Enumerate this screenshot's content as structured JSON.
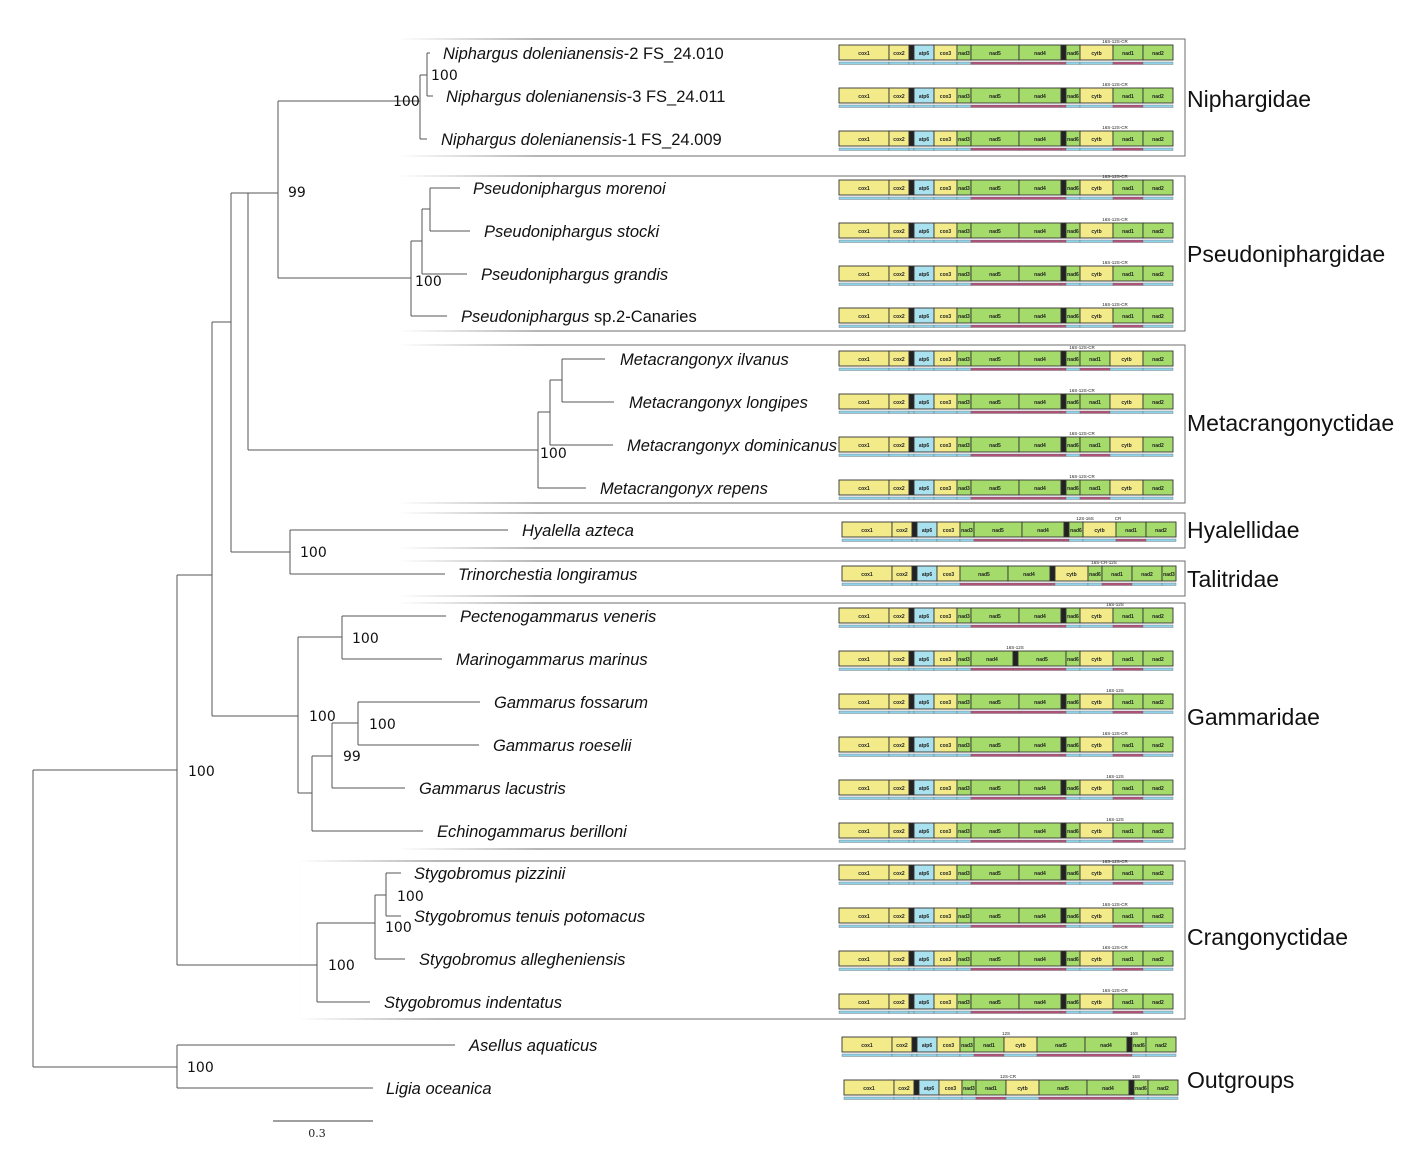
{
  "colors": {
    "cox_atp_cytb": "#f3eb8a",
    "nad": "#a4db6a",
    "atp6": "#a9e1ee",
    "trna": "#222222",
    "strand_plus": "#8fd3ea",
    "strand_minus": "#b0527a"
  },
  "scale_bar": {
    "label": "0.3",
    "value": 0.3
  },
  "families": [
    {
      "name": "Niphargidae"
    },
    {
      "name": "Pseudoniphargidae"
    },
    {
      "name": "Metacrangonyctidae"
    },
    {
      "name": "Hyalellidae"
    },
    {
      "name": "Talitridae"
    },
    {
      "name": "Gammaridae"
    },
    {
      "name": "Crangonyctidae"
    },
    {
      "name": "Outgroups"
    }
  ],
  "taxa": [
    {
      "id": "t1",
      "genus_species": "Niphargus dolenianensis",
      "suffix": "-2 FS_24.010",
      "family": "Niphargidae"
    },
    {
      "id": "t2",
      "genus_species": "Niphargus dolenianensis",
      "suffix": "-3 FS_24.011",
      "family": "Niphargidae"
    },
    {
      "id": "t3",
      "genus_species": "Niphargus dolenianensis",
      "suffix": "-1 FS_24.009",
      "family": "Niphargidae"
    },
    {
      "id": "t4",
      "genus_species": "Pseudoniphargus morenoi",
      "suffix": "",
      "family": "Pseudoniphargidae"
    },
    {
      "id": "t5",
      "genus_species": "Pseudoniphargus stocki",
      "suffix": "",
      "family": "Pseudoniphargidae"
    },
    {
      "id": "t6",
      "genus_species": "Pseudoniphargus grandis",
      "suffix": "",
      "family": "Pseudoniphargidae"
    },
    {
      "id": "t7",
      "genus_species": "Pseudoniphargus",
      "suffix": " sp.2-Canaries",
      "family": "Pseudoniphargidae"
    },
    {
      "id": "t8",
      "genus_species": "Metacrangonyx ilvanus",
      "suffix": "",
      "family": "Metacrangonyctidae"
    },
    {
      "id": "t9",
      "genus_species": "Metacrangonyx longipes",
      "suffix": "",
      "family": "Metacrangonyctidae"
    },
    {
      "id": "t10",
      "genus_species": "Metacrangonyx dominicanus",
      "suffix": "",
      "family": "Metacrangonyctidae"
    },
    {
      "id": "t11",
      "genus_species": "Metacrangonyx repens",
      "suffix": "",
      "family": "Metacrangonyctidae"
    },
    {
      "id": "t12",
      "genus_species": "Hyalella azteca",
      "suffix": "",
      "family": "Hyalellidae"
    },
    {
      "id": "t13",
      "genus_species": "Trinorchestia longiramus",
      "suffix": "",
      "family": "Talitridae"
    },
    {
      "id": "t14",
      "genus_species": "Pectenogammarus veneris",
      "suffix": "",
      "family": "Gammaridae"
    },
    {
      "id": "t15",
      "genus_species": "Marinogammarus marinus",
      "suffix": "",
      "family": "Gammaridae"
    },
    {
      "id": "t16",
      "genus_species": "Gammarus fossarum",
      "suffix": "",
      "family": "Gammaridae"
    },
    {
      "id": "t17",
      "genus_species": "Gammarus roeselii",
      "suffix": "",
      "family": "Gammaridae"
    },
    {
      "id": "t18",
      "genus_species": "Gammarus lacustris",
      "suffix": "",
      "family": "Gammaridae"
    },
    {
      "id": "t19",
      "genus_species": "Echinogammarus berilloni",
      "suffix": "",
      "family": "Gammaridae"
    },
    {
      "id": "t20",
      "genus_species": "Stygobromus pizzinii",
      "suffix": "",
      "family": "Crangonyctidae"
    },
    {
      "id": "t21",
      "genus_species": "Stygobromus tenuis potomacus",
      "suffix": "",
      "family": "Crangonyctidae"
    },
    {
      "id": "t22",
      "genus_species": "Stygobromus allegheniensis",
      "suffix": "",
      "family": "Crangonyctidae"
    },
    {
      "id": "t23",
      "genus_species": "Stygobromus indentatus",
      "suffix": "",
      "family": "Crangonyctidae"
    },
    {
      "id": "t24",
      "genus_species": "Asellus aquaticus",
      "suffix": "",
      "family": "Outgroups"
    },
    {
      "id": "t25",
      "genus_species": "Ligia oceanica",
      "suffix": "",
      "family": "Outgroups"
    }
  ],
  "support_values": [
    {
      "node": "Niphargus 2+3",
      "value": "100"
    },
    {
      "node": "Niphargidae",
      "value": "100"
    },
    {
      "node": "Niphargidae+Pseudoniphargidae",
      "value": "99"
    },
    {
      "node": "Pseudoniphargidae",
      "value": "100"
    },
    {
      "node": "Metacrangonyctidae",
      "value": "100"
    },
    {
      "node": "Hyalellidae+Talitridae",
      "value": "100"
    },
    {
      "node": "Pectenogammarus+Marinogammarus",
      "value": "100"
    },
    {
      "node": "Gammaridae",
      "value": "100"
    },
    {
      "node": "G. fossarum+G. roeselii",
      "value": "100"
    },
    {
      "node": "Gammarus",
      "value": "99"
    },
    {
      "node": "Ingroup",
      "value": "100"
    },
    {
      "node": "S. pizzinii+S. tenuis",
      "value": "100"
    },
    {
      "node": "S. pizzinii+tenuis+allegheniensis",
      "value": "100"
    },
    {
      "node": "Crangonyctidae",
      "value": "100"
    },
    {
      "node": "Outgroups",
      "value": "100"
    }
  ],
  "gene_orders": {
    "standard": {
      "genes": [
        "cox1",
        "cox2",
        "atp8",
        "atp6",
        "cox3",
        "nad3",
        "nad5",
        "nad4",
        "nad4L",
        "nad6",
        "cytb",
        "nad1",
        "nad2"
      ],
      "rrna_label": "16S-12S-CR"
    },
    "maps": [
      {
        "taxon": "t1",
        "genes": [
          "cox1",
          "cox2",
          "atp8",
          "atp6",
          "cox3",
          "nad3",
          "nad5",
          "nad4",
          "nad4L",
          "nad6",
          "cytb",
          "nad1",
          "nad2"
        ],
        "annotations": [
          {
            "label": "16S-12S-CR",
            "after": "cytb"
          }
        ]
      },
      {
        "taxon": "t2",
        "genes": [
          "cox1",
          "cox2",
          "atp8",
          "atp6",
          "cox3",
          "nad3",
          "nad5",
          "nad4",
          "nad4L",
          "nad6",
          "cytb",
          "nad1",
          "nad2"
        ],
        "annotations": [
          {
            "label": "16S-12S-CR",
            "after": "cytb"
          }
        ]
      },
      {
        "taxon": "t3",
        "genes": [
          "cox1",
          "cox2",
          "atp8",
          "atp6",
          "cox3",
          "nad3",
          "nad5",
          "nad4",
          "nad4L",
          "nad6",
          "cytb",
          "nad1",
          "nad2"
        ],
        "annotations": [
          {
            "label": "16S-12S-CR",
            "after": "cytb"
          }
        ]
      },
      {
        "taxon": "t4",
        "genes": [
          "cox1",
          "cox2",
          "atp8",
          "atp6",
          "cox3",
          "nad3",
          "nad5",
          "nad4",
          "nad4L",
          "nad6",
          "cytb",
          "nad1",
          "nad2"
        ],
        "annotations": [
          {
            "label": "16S-12S-CR",
            "after": "cytb"
          }
        ]
      },
      {
        "taxon": "t5",
        "genes": [
          "cox1",
          "cox2",
          "atp8",
          "atp6",
          "cox3",
          "nad3",
          "nad5",
          "nad4",
          "nad4L",
          "nad6",
          "cytb",
          "nad1",
          "nad2"
        ],
        "annotations": [
          {
            "label": "16S-12S-CR",
            "after": "cytb"
          }
        ]
      },
      {
        "taxon": "t6",
        "genes": [
          "cox1",
          "cox2",
          "atp8",
          "atp6",
          "cox3",
          "nad3",
          "nad5",
          "nad4",
          "nad4L",
          "nad6",
          "cytb",
          "nad1",
          "nad2"
        ],
        "annotations": [
          {
            "label": "16S-12S-CR",
            "after": "cytb"
          }
        ]
      },
      {
        "taxon": "t7",
        "genes": [
          "cox1",
          "cox2",
          "atp8",
          "atp6",
          "cox3",
          "nad3",
          "nad5",
          "nad4",
          "nad4L",
          "nad6",
          "cytb",
          "nad1",
          "nad2"
        ],
        "annotations": [
          {
            "label": "16S-12S-CR",
            "after": "cytb"
          }
        ]
      },
      {
        "taxon": "t8",
        "genes": [
          "cox1",
          "cox2",
          "atp8",
          "atp6",
          "cox3",
          "nad3",
          "nad5",
          "nad4",
          "nad4L",
          "nad6",
          "nad1",
          "cytb",
          "nad2"
        ],
        "annotations": [
          {
            "label": "16S-12S-CR",
            "after": "nad6"
          }
        ]
      },
      {
        "taxon": "t9",
        "genes": [
          "cox1",
          "cox2",
          "atp8",
          "atp6",
          "cox3",
          "nad3",
          "nad5",
          "nad4",
          "nad4L",
          "nad6",
          "nad1",
          "cytb",
          "nad2"
        ],
        "annotations": [
          {
            "label": "16S-12S-CR",
            "after": "nad6"
          }
        ]
      },
      {
        "taxon": "t10",
        "genes": [
          "cox1",
          "cox2",
          "atp8",
          "atp6",
          "cox3",
          "nad3",
          "nad5",
          "nad4",
          "nad4L",
          "nad6",
          "nad1",
          "cytb",
          "nad2"
        ],
        "annotations": [
          {
            "label": "16S-12S-CR",
            "after": "nad6"
          }
        ]
      },
      {
        "taxon": "t11",
        "genes": [
          "cox1",
          "cox2",
          "atp8",
          "atp6",
          "cox3",
          "nad3",
          "nad5",
          "nad4",
          "nad4L",
          "nad6",
          "nad1",
          "cytb",
          "nad2"
        ],
        "annotations": [
          {
            "label": "16S-12S-CR",
            "after": "nad6"
          }
        ]
      },
      {
        "taxon": "t12",
        "genes": [
          "cox1",
          "cox2",
          "atp8",
          "atp6",
          "cox3",
          "nad3",
          "nad5",
          "nad4",
          "nad4L",
          "nad6",
          "cytb",
          "nad1",
          "nad2"
        ],
        "annotations": [
          {
            "label": "12S-16S",
            "after": "nad6"
          },
          {
            "label": "CR",
            "after": "cytb"
          }
        ]
      },
      {
        "taxon": "t13",
        "genes": [
          "cox1",
          "cox2",
          "atp8",
          "atp6",
          "cox3",
          "nad5",
          "nad4",
          "nad4L",
          "cytb",
          "nad6",
          "nad1",
          "nad2",
          "nad3"
        ],
        "annotations": [
          {
            "label": "16S-CR-12S",
            "after": "nad6"
          }
        ]
      },
      {
        "taxon": "t14",
        "genes": [
          "cox1",
          "cox2",
          "atp8",
          "atp6",
          "cox3",
          "nad3",
          "nad5",
          "nad4",
          "nad4L",
          "nad6",
          "cytb",
          "nad1",
          "nad2"
        ],
        "annotations": [
          {
            "label": "16S-12S",
            "after": "cytb"
          }
        ]
      },
      {
        "taxon": "t15",
        "genes": [
          "cox1",
          "cox2",
          "atp8",
          "atp6",
          "cox3",
          "nad3",
          "nad4",
          "nad4L",
          "nad5",
          "nad6",
          "cytb",
          "nad1",
          "nad2"
        ],
        "annotations": [
          {
            "label": "16S-12S",
            "after": "nad4"
          }
        ]
      },
      {
        "taxon": "t16",
        "genes": [
          "cox1",
          "cox2",
          "atp8",
          "atp6",
          "cox3",
          "nad3",
          "nad5",
          "nad4",
          "nad4L",
          "nad6",
          "cytb",
          "nad1",
          "nad2"
        ],
        "annotations": [
          {
            "label": "16S-12S",
            "after": "cytb"
          }
        ]
      },
      {
        "taxon": "t17",
        "genes": [
          "cox1",
          "cox2",
          "atp8",
          "atp6",
          "cox3",
          "nad3",
          "nad5",
          "nad4",
          "nad4L",
          "nad6",
          "cytb",
          "nad1",
          "nad2"
        ],
        "annotations": [
          {
            "label": "16S-12S-CR",
            "after": "cytb"
          }
        ]
      },
      {
        "taxon": "t18",
        "genes": [
          "cox1",
          "cox2",
          "atp8",
          "atp6",
          "cox3",
          "nad3",
          "nad5",
          "nad4",
          "nad4L",
          "nad6",
          "cytb",
          "nad1",
          "nad2"
        ],
        "annotations": [
          {
            "label": "16S-12S",
            "after": "cytb"
          }
        ]
      },
      {
        "taxon": "t19",
        "genes": [
          "cox1",
          "cox2",
          "atp8",
          "atp6",
          "cox3",
          "nad3",
          "nad5",
          "nad4",
          "nad4L",
          "nad6",
          "cytb",
          "nad1",
          "nad2"
        ],
        "annotations": [
          {
            "label": "16S-12S",
            "after": "cytb"
          }
        ]
      },
      {
        "taxon": "t20",
        "genes": [
          "cox1",
          "cox2",
          "atp8",
          "atp6",
          "cox3",
          "nad3",
          "nad5",
          "nad4",
          "nad4L",
          "nad6",
          "cytb",
          "nad1",
          "nad2"
        ],
        "annotations": [
          {
            "label": "16S-12S-CR",
            "after": "cytb"
          }
        ]
      },
      {
        "taxon": "t21",
        "genes": [
          "cox1",
          "cox2",
          "atp8",
          "atp6",
          "cox3",
          "nad3",
          "nad5",
          "nad4",
          "nad4L",
          "nad6",
          "cytb",
          "nad1",
          "nad2"
        ],
        "annotations": [
          {
            "label": "16S-12S-CR",
            "after": "cytb"
          }
        ]
      },
      {
        "taxon": "t22",
        "genes": [
          "cox1",
          "cox2",
          "atp8",
          "atp6",
          "cox3",
          "nad3",
          "nad5",
          "nad4",
          "nad4L",
          "nad6",
          "cytb",
          "nad1",
          "nad2"
        ],
        "annotations": [
          {
            "label": "16S-12S-CR",
            "after": "cytb"
          }
        ]
      },
      {
        "taxon": "t23",
        "genes": [
          "cox1",
          "cox2",
          "atp8",
          "atp6",
          "cox3",
          "nad3",
          "nad5",
          "nad4",
          "nad4L",
          "nad6",
          "cytb",
          "nad1",
          "nad2"
        ],
        "annotations": [
          {
            "label": "16S-12S-CR",
            "after": "cytb"
          }
        ]
      },
      {
        "taxon": "t24",
        "genes": [
          "cox1",
          "cox2",
          "atp8",
          "atp6",
          "cox3",
          "nad3",
          "nad1",
          "cytb",
          "nad5",
          "nad4",
          "nad4L",
          "nad6",
          "nad2"
        ],
        "annotations": [
          {
            "label": "12S",
            "after": "nad1"
          },
          {
            "label": "16S",
            "after": "nad4L"
          }
        ]
      },
      {
        "taxon": "t25",
        "genes": [
          "cox1",
          "cox2",
          "atp8",
          "atp6",
          "cox3",
          "nad3",
          "nad1",
          "cytb",
          "nad5",
          "nad4",
          "nad4L",
          "nad6",
          "nad2"
        ],
        "annotations": [
          {
            "label": "12S-CR",
            "after": "nad1"
          },
          {
            "label": "16S",
            "after": "nad4L"
          }
        ]
      }
    ]
  }
}
